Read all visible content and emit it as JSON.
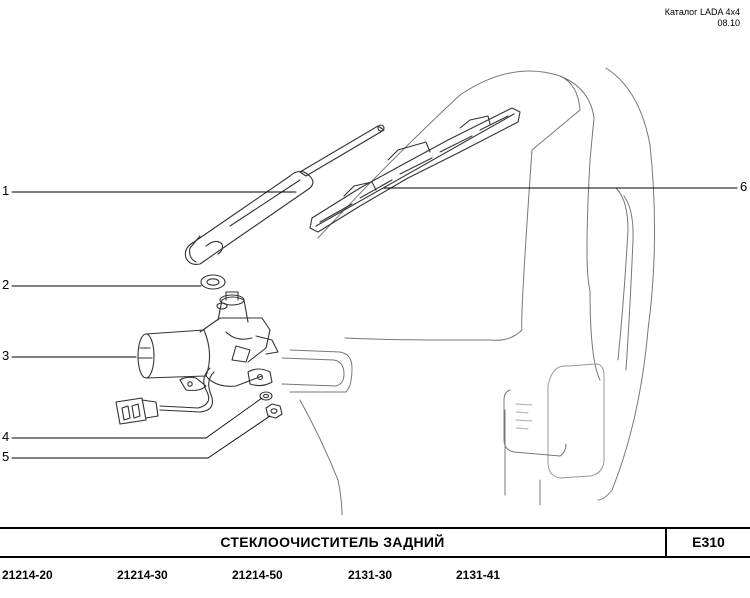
{
  "header": {
    "catalog": "Каталог  LADA  4x4",
    "date": "08.10"
  },
  "callouts": [
    "1",
    "2",
    "3",
    "4",
    "5",
    "6"
  ],
  "title_bar": {
    "title": "СТЕКЛООЧИСТИТЕЛЬ   ЗАДНИЙ",
    "code": "E310"
  },
  "models": [
    "21214-20",
    "21214-30",
    "21214-50",
    "2131-30",
    "2131-41"
  ]
}
